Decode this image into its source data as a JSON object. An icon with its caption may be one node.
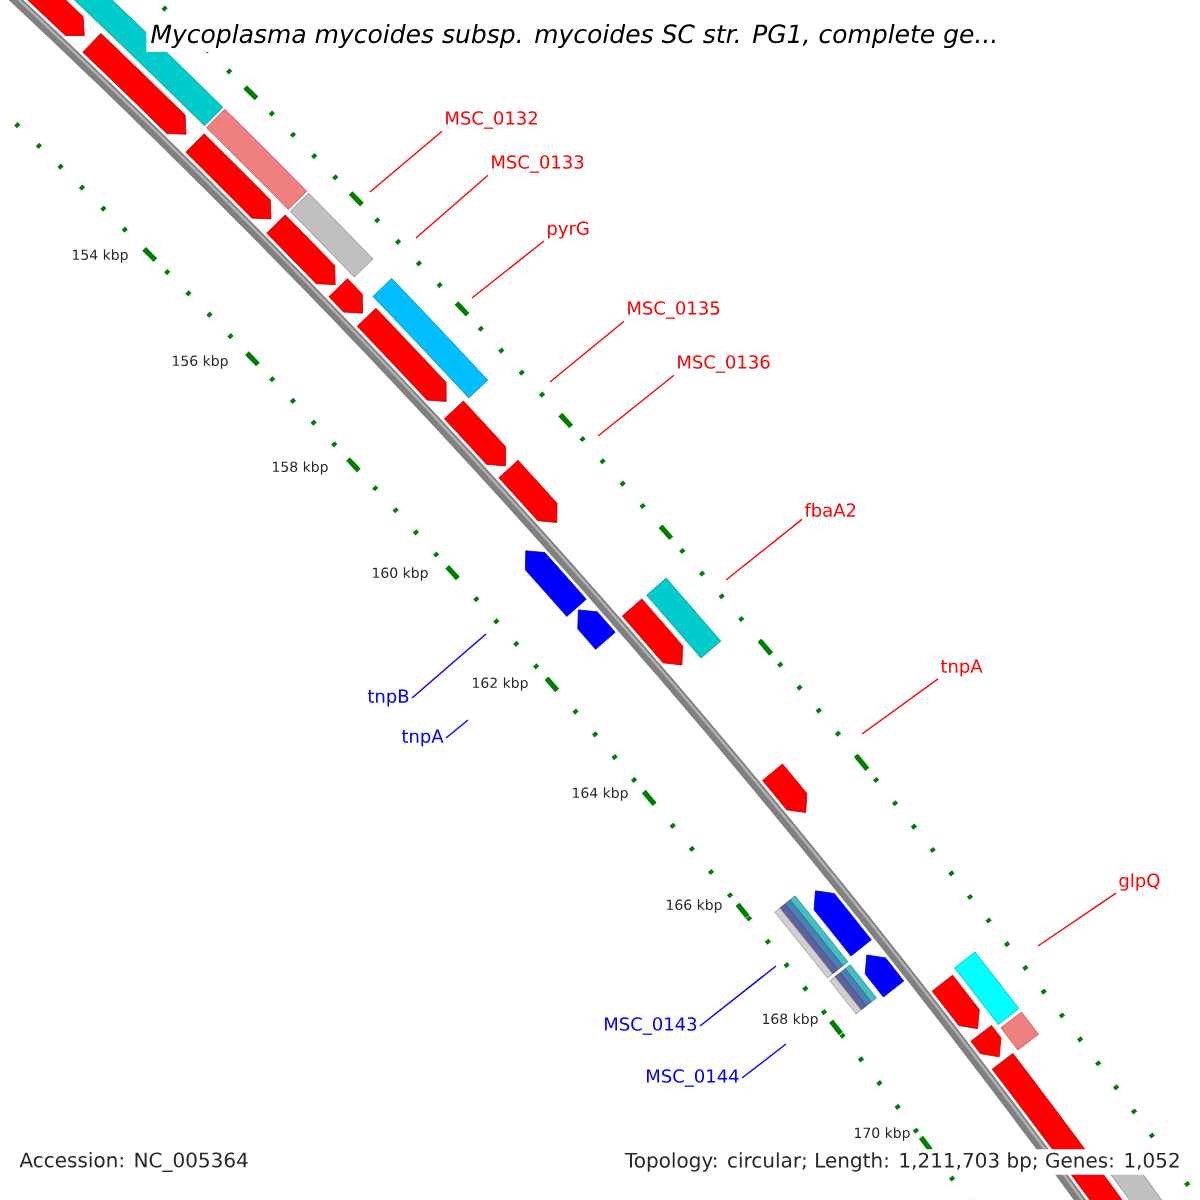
{
  "diagram": {
    "title": "Mycoplasma mycoides subsp. mycoides SC str. PG1, complete ge...",
    "nodes": [
      {
        "text": [
          "MSC_0132"
        ]
      },
      {
        "text": [
          "MSC_0133"
        ]
      },
      {
        "text": [
          "pyrG"
        ]
      },
      {
        "text": [
          "MSC_0135"
        ]
      },
      {
        "text": [
          "MSC_0136"
        ]
      },
      {
        "text": [
          "fbaA2"
        ]
      },
      {
        "text": [
          "tnpB"
        ]
      },
      {
        "text": [
          "tnpA"
        ]
      },
      {
        "text": [
          "tnpA"
        ]
      },
      {
        "text": [
          "glpQ"
        ]
      },
      {
        "text": [
          "MSC_0143"
        ]
      },
      {
        "text": [
          "MSC_0144"
        ]
      }
    ],
    "edges": [
      {
        "from": 0,
        "to": null,
        "arrow": "none"
      },
      {
        "from": 1,
        "to": null,
        "arrow": "none"
      },
      {
        "from": 2,
        "to": null,
        "arrow": "none"
      },
      {
        "from": 3,
        "to": null,
        "arrow": "none"
      },
      {
        "from": 4,
        "to": null,
        "arrow": "none"
      },
      {
        "from": 5,
        "to": null,
        "arrow": "none"
      },
      {
        "from": 6,
        "to": null,
        "arrow": "none",
        "color": "#0000ff"
      },
      {
        "from": 7,
        "to": null,
        "arrow": "none",
        "color": "#0000ff"
      },
      {
        "from": 8,
        "to": null,
        "arrow": "none"
      },
      {
        "from": 9,
        "to": null,
        "arrow": "none"
      },
      {
        "from": 10,
        "to": null,
        "arrow": "none",
        "color": "#0000ff"
      },
      {
        "from": 11,
        "to": null,
        "arrow": "none",
        "color": "#0000ff"
      }
    ],
    "labels": [
      "154 kbp",
      "156 kbp",
      "158 kbp",
      "160 kbp",
      "162 kbp",
      "164 kbp",
      "166 kbp",
      "168 kbp",
      "170 kbp",
      "Accession: NC_005364",
      "Topology: circular; Length: 1,211,703 bp; Genes: 1,052"
    ]
  }
}
